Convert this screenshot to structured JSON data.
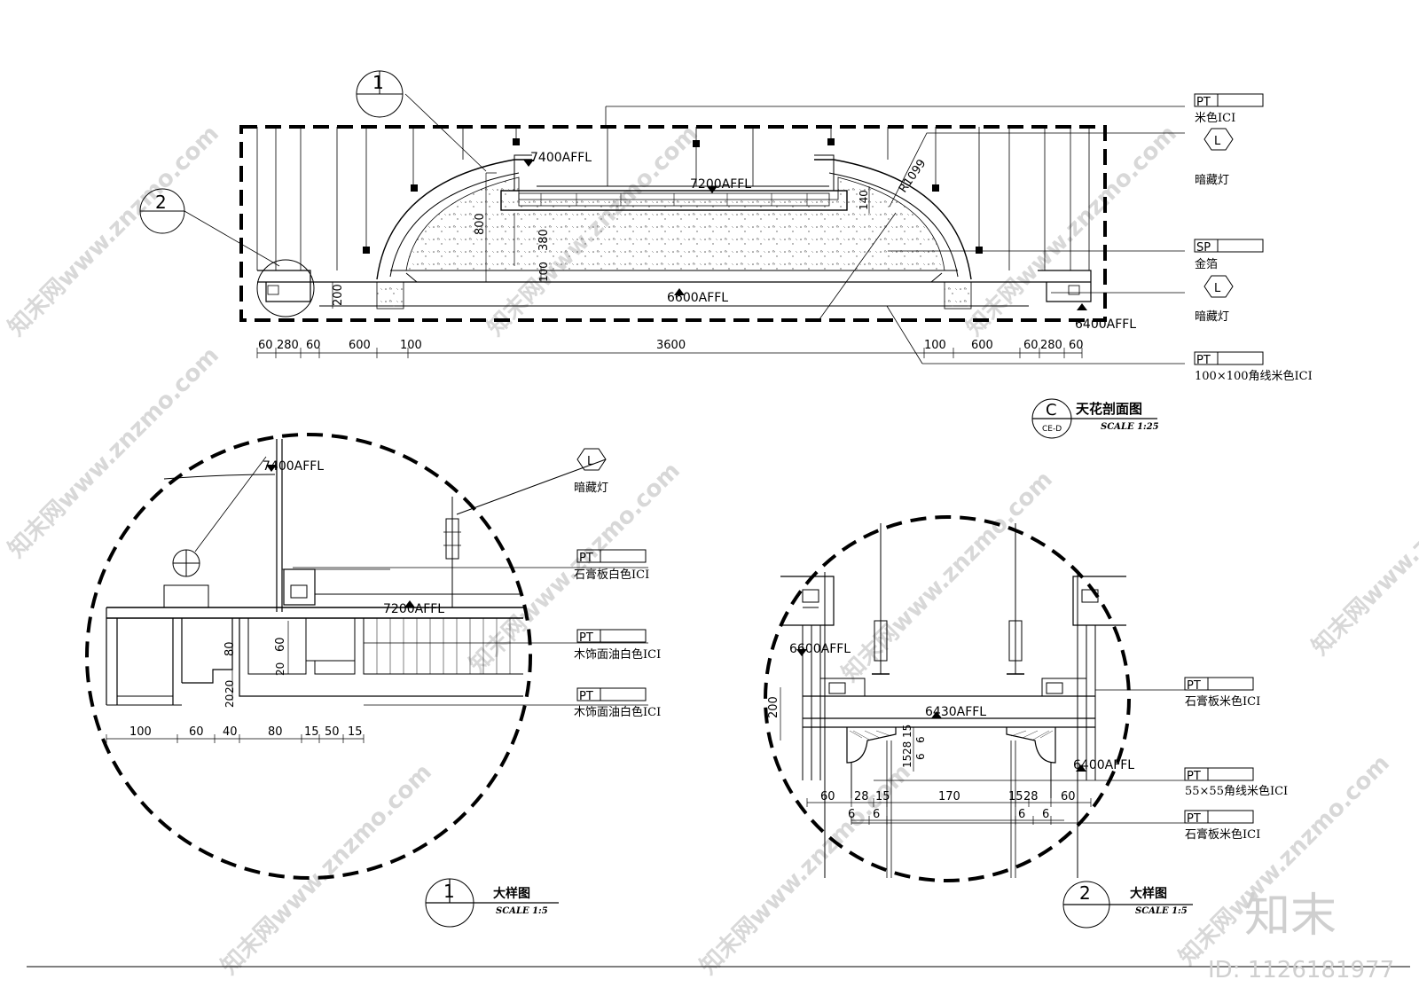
{
  "section": {
    "title": "天花剖面图",
    "scale": "SCALE 1:25",
    "marker": "C",
    "marker_sub": "CE-D",
    "levels": {
      "l7400": "7400AFFL",
      "l7200": "7200AFFL",
      "l6600": "6600AFFL",
      "l6400": "6400AFFL"
    },
    "radius": "R1099",
    "dims_v": {
      "d800": "800",
      "d380": "380",
      "d140": "140",
      "d100": "100",
      "d200": "200"
    },
    "dims_h": [
      "60",
      "280",
      "60",
      "600",
      "100",
      "3600",
      "100",
      "600",
      "60",
      "280",
      "60"
    ],
    "detail_refs": {
      "one": "1",
      "two": "2"
    },
    "tags": [
      {
        "code": "PT",
        "label": "米色ICI"
      },
      {
        "code": "L",
        "label": "暗藏灯"
      },
      {
        "code": "SP",
        "label": "金箔"
      },
      {
        "code": "L",
        "label": "暗藏灯"
      },
      {
        "code": "PT",
        "label": "100×100角线米色ICI"
      }
    ]
  },
  "detail1": {
    "title": "大样图",
    "scale": "SCALE 1:5",
    "marker": "1",
    "levels": {
      "l7400": "7400AFFL",
      "l7200": "7200AFFL"
    },
    "dims_v": {
      "d80": "80",
      "d60": "60",
      "d20a": "20",
      "d20b": "20",
      "d20c": "20"
    },
    "dims_h": [
      "100",
      "60",
      "40",
      "80",
      "15",
      "50",
      "15"
    ],
    "tags": [
      {
        "code": "L",
        "label": "暗藏灯"
      },
      {
        "code": "PT",
        "label": "石膏板白色ICI"
      },
      {
        "code": "PT",
        "label": "木饰面油白色ICI"
      },
      {
        "code": "PT",
        "label": "木饰面油白色ICI"
      }
    ]
  },
  "detail2": {
    "title": "大样图",
    "scale": "SCALE 1:5",
    "marker": "2",
    "levels": {
      "l6600": "6600AFFL",
      "l6430": "6430AFFL",
      "l6400": "6400AFFL"
    },
    "dims_v": {
      "d200": "200",
      "d15": "15",
      "d28": "28",
      "d15b": "15",
      "d6": "6",
      "d6b": "6"
    },
    "dims_h": [
      "60",
      "28",
      "15",
      "170",
      "15",
      "28",
      "60"
    ],
    "dims_h2": [
      "6",
      "6",
      "6",
      "6"
    ],
    "tags": [
      {
        "code": "PT",
        "label": "石膏板米色ICI"
      },
      {
        "code": "PT",
        "label": "55×55角线米色ICI"
      },
      {
        "code": "PT",
        "label": "石膏板米色ICI"
      }
    ]
  },
  "footer": {
    "logo": "知末",
    "id_text": "ID: 1126181977"
  },
  "watermark": "知末网www.znzmo.com"
}
